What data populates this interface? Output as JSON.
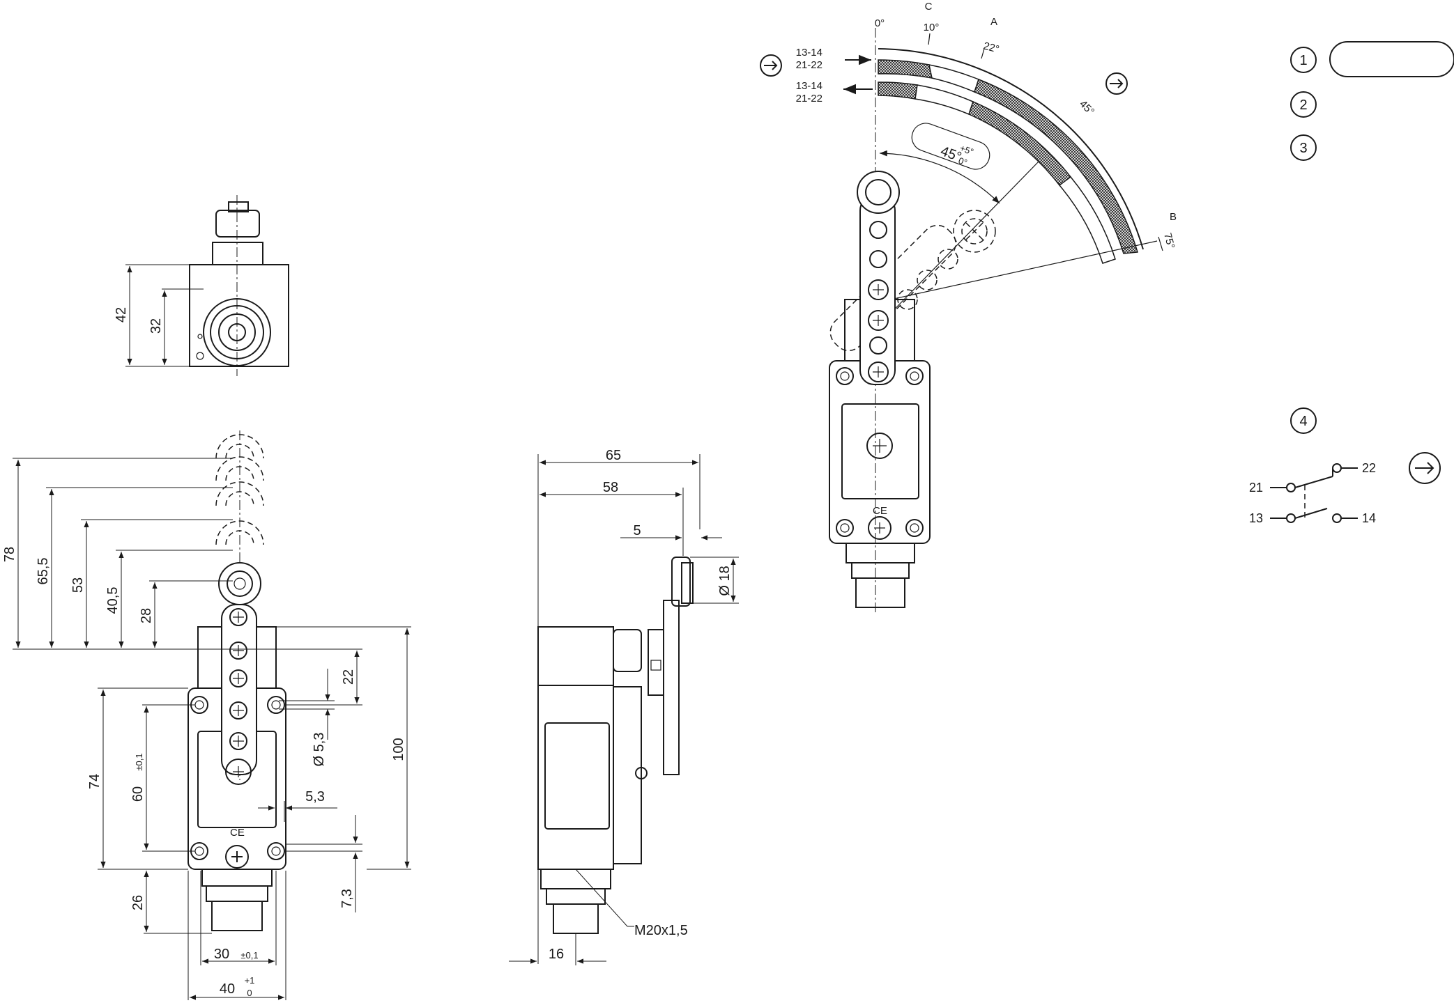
{
  "front_view": {
    "heights": [
      "78",
      "65,5",
      "53",
      "40,5",
      "28"
    ],
    "dim_100": "100",
    "dim_74": "74",
    "dim_60": "60",
    "dim_60_tol": "±0,1",
    "dim_26": "26",
    "dim_22": "22",
    "dim_hole": "Ø 5,3",
    "dim_5_3": "5,3",
    "dim_7_3": "7,3",
    "dim_30": "30",
    "dim_30_tol": "±0,1",
    "dim_40": "40",
    "dim_40_tol_upper": "+1",
    "dim_40_tol_lower": "0"
  },
  "top_view": {
    "dim_42": "42",
    "dim_32": "32"
  },
  "side_view": {
    "dim_65": "65",
    "dim_58": "58",
    "dim_5": "5",
    "dim_18": "Ø 18",
    "dim_16": "16",
    "thread": "M20x1,5"
  },
  "actuation_view": {
    "label_0deg": "0°",
    "label_C": "C",
    "label_10deg": "10°",
    "label_A": "A",
    "label_22deg": "22°",
    "label_45deg_track": "45°",
    "label_B": "B",
    "label_75deg": "75°",
    "contacts_top": "13-14\n21-22",
    "contacts_bottom": "13-14\n21-22",
    "angle_45": "45°",
    "angle_tol_upper": "+5°",
    "angle_tol_lower": "0°",
    "arrow_icon": "arrow-right-circle-icon"
  },
  "legend": {
    "items": [
      "1",
      "2",
      "3",
      "4"
    ]
  },
  "circuit": {
    "terminal_21": "21",
    "terminal_22": "22",
    "terminal_13": "13",
    "terminal_14": "14"
  },
  "colors": {
    "ink": "#1a1a1a",
    "paper": "#ffffff"
  }
}
